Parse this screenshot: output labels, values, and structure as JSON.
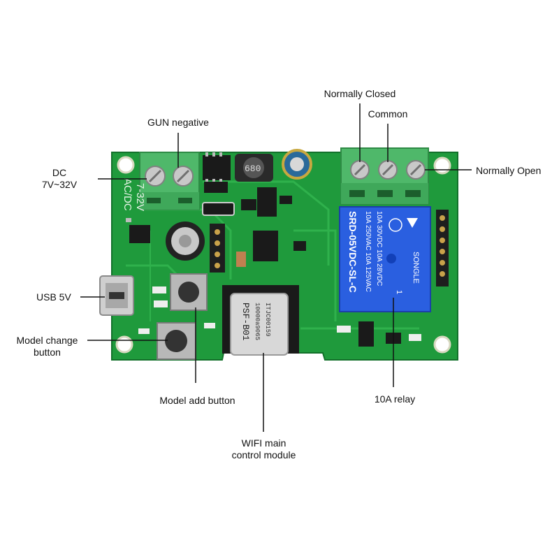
{
  "labels": {
    "normally_closed": "Normally Closed",
    "common": "Common",
    "normally_open": "Normally Open",
    "gun_negative": "GUN negative",
    "dc_line1": "DC",
    "dc_line2": "7V~32V",
    "usb": "USB 5V",
    "model_change_line1": "Model change",
    "model_change_line2": "button",
    "model_add": "Model add button",
    "relay_10a": "10A relay",
    "wifi_line1": "WIFI main",
    "wifi_line2": "control module"
  },
  "board": {
    "silk_ac_dc": "AC/DC",
    "silk_voltage": "7-32V",
    "inductor": "680",
    "wifi_module_model": "PSF-B01",
    "wifi_module_code1": "10000a9065",
    "wifi_module_code2": "ITJC00159",
    "relay_brand": "SONGLE",
    "relay_model": "SRD-05VDC-SL-C",
    "relay_rating1": "10A 250VAC 10A 125VAC",
    "relay_rating2": "10A 30VDC 10A 28VDC",
    "relay_pin": "1"
  },
  "colors": {
    "pcb": "#1f9a3c",
    "pcb_dark": "#12702a",
    "terminal": "#4fb86a",
    "relay": "#2a5fe0",
    "leader_line": "#111111"
  }
}
